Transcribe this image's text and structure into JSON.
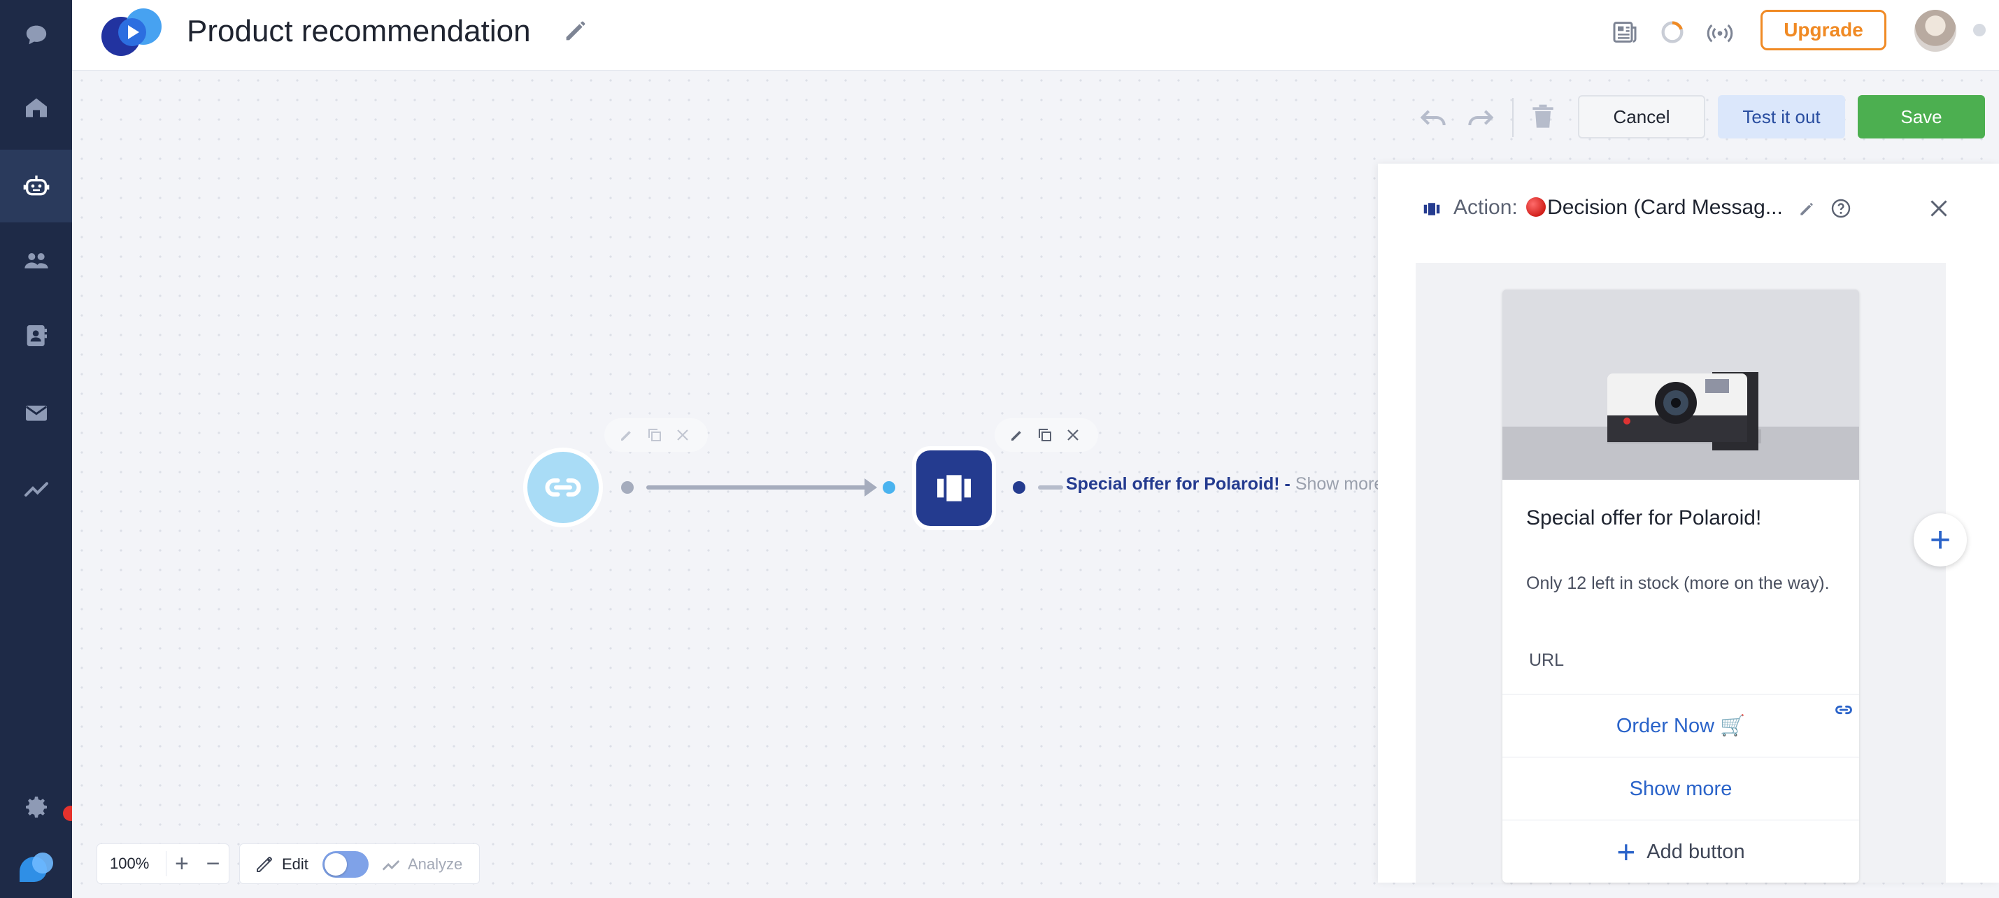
{
  "header": {
    "title": "Product recommendation",
    "upgrade_label": "Upgrade"
  },
  "toolbar": {
    "cancel_label": "Cancel",
    "test_label": "Test it out",
    "save_label": "Save"
  },
  "flow": {
    "output_label": "Special offer for Polaroid! -",
    "output_more": "Show more"
  },
  "bottom": {
    "zoom": "100%",
    "edit_label": "Edit",
    "analyze_label": "Analyze"
  },
  "panel": {
    "action_label": "Action:",
    "action_name": "Decision (Card Messag...",
    "card": {
      "title": "Special offer for Polaroid!",
      "subtitle": "Only 12 left in stock (more on the way).",
      "url_label": "URL",
      "buttons": [
        {
          "label": "Order Now 🛒"
        },
        {
          "label": "Show more"
        }
      ],
      "add_button_label": "Add button"
    }
  },
  "colors": {
    "sidebar": "#1e2a47",
    "accent_blue": "#2a63c9",
    "node_dark": "#243b8f",
    "save_green": "#4caf50",
    "upgrade_orange": "#f08a24"
  },
  "icons": {
    "sidebar": [
      "chat-icon",
      "home-icon",
      "bot-icon",
      "users-icon",
      "contacts-icon",
      "inbox-icon",
      "analytics-icon",
      "settings-icon",
      "brand-icon"
    ],
    "header": [
      "news-icon",
      "progress-icon",
      "broadcast-icon"
    ]
  }
}
